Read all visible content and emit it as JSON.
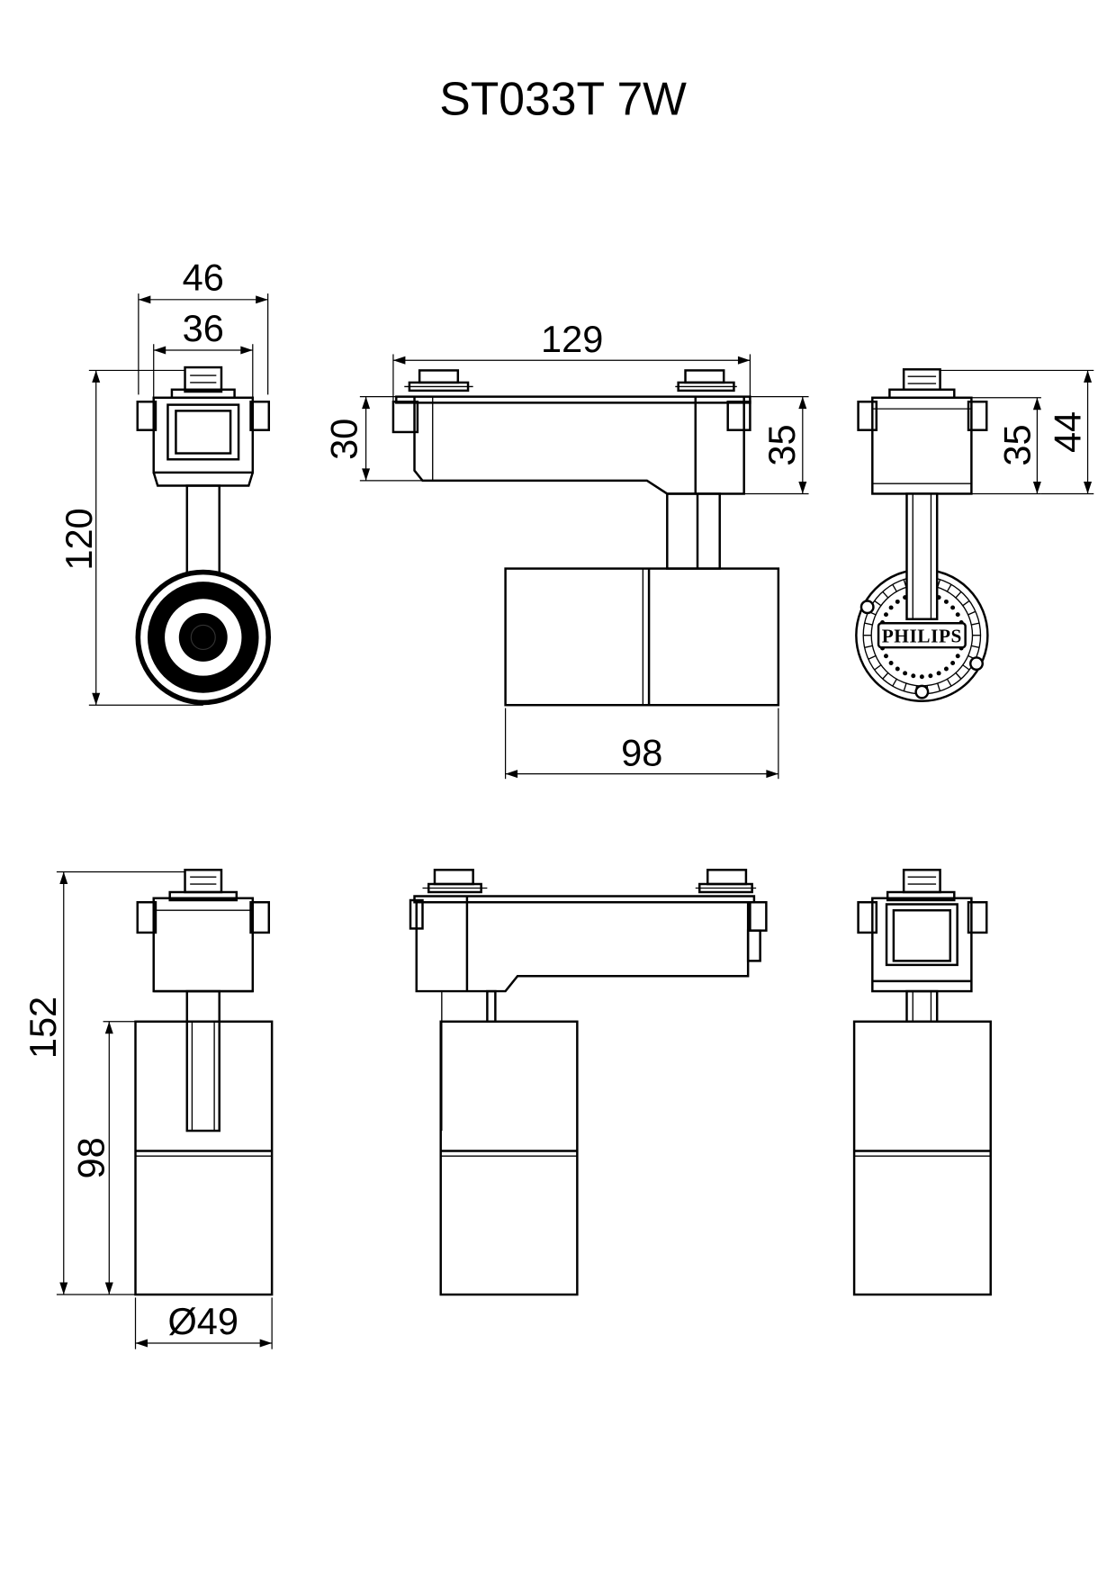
{
  "title": "ST033T 7W",
  "top_row": {
    "front_view": {
      "dims": {
        "width_outer": "46",
        "width_inner": "36",
        "height": "120"
      }
    },
    "side_view": {
      "dims": {
        "length": "129",
        "adapter_height": "30",
        "housing_height": "35",
        "head_length": "98"
      }
    },
    "back_view": {
      "dims": {
        "housing_height": "35",
        "total_height": "44"
      },
      "logo": "PHILIPS"
    }
  },
  "bottom_row": {
    "front_view": {
      "dims": {
        "height": "152",
        "head_length": "98",
        "diameter": "Ø49"
      }
    }
  },
  "colors": {
    "line": "#000000",
    "background": "#ffffff"
  }
}
